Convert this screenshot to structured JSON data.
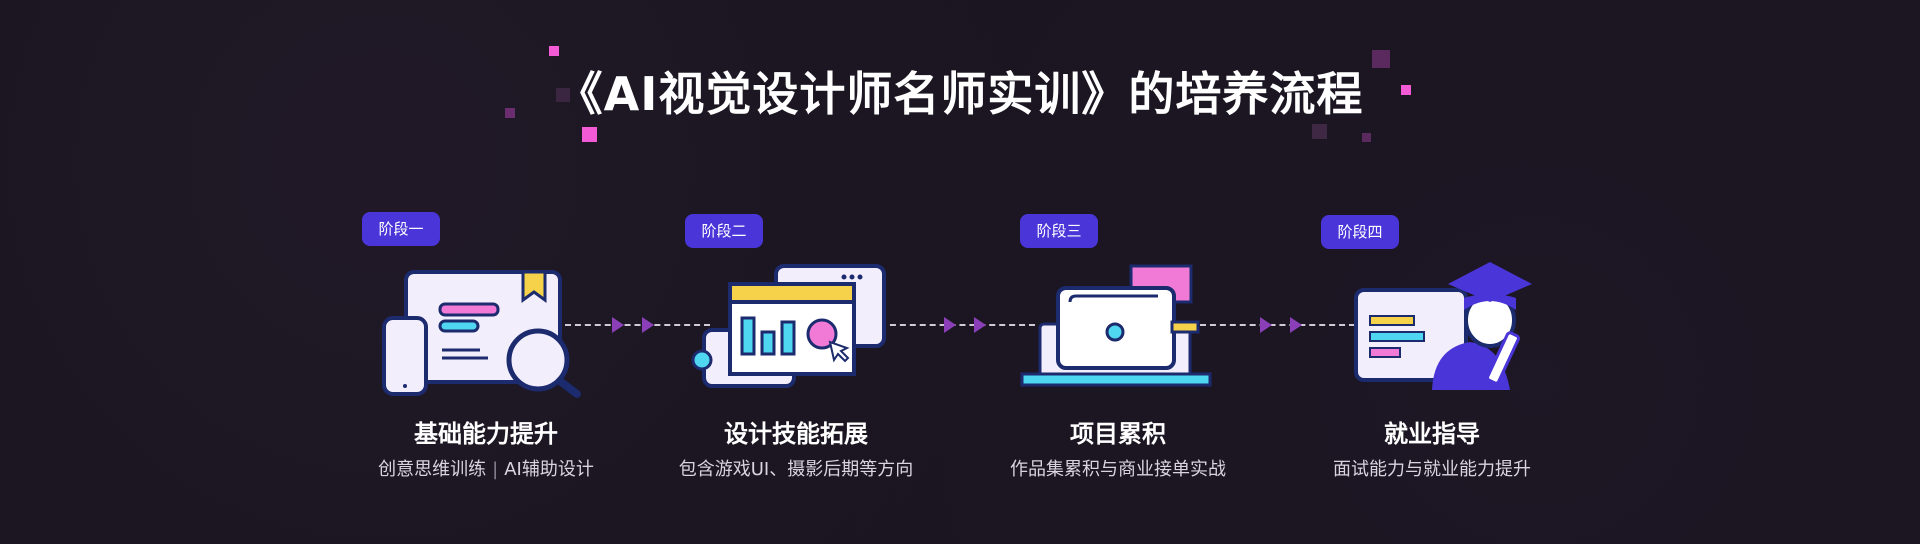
{
  "title": "《AI视觉设计师名师实训》的培养流程",
  "colors": {
    "background": "#1a1520",
    "badge": "#4a35d8",
    "accent_pink": "#f25ad6",
    "accent_purple": "#8a3fb8"
  },
  "stages": [
    {
      "badge": "阶段一",
      "title": "基础能力提升",
      "desc_a": "创意思维训练",
      "desc_sep": "|",
      "desc_b": "AI辅助设计"
    },
    {
      "badge": "阶段二",
      "title": "设计技能拓展",
      "desc": "包含游戏UI、摄影后期等方向"
    },
    {
      "badge": "阶段三",
      "title": "项目累积",
      "desc": "作品集累积与商业接单实战"
    },
    {
      "badge": "阶段四",
      "title": "就业指导",
      "desc": "面试能力与就业能力提升"
    }
  ],
  "icons": [
    "document-magnifier-icon",
    "chart-window-icon",
    "laptop-icon",
    "graduate-icon"
  ]
}
